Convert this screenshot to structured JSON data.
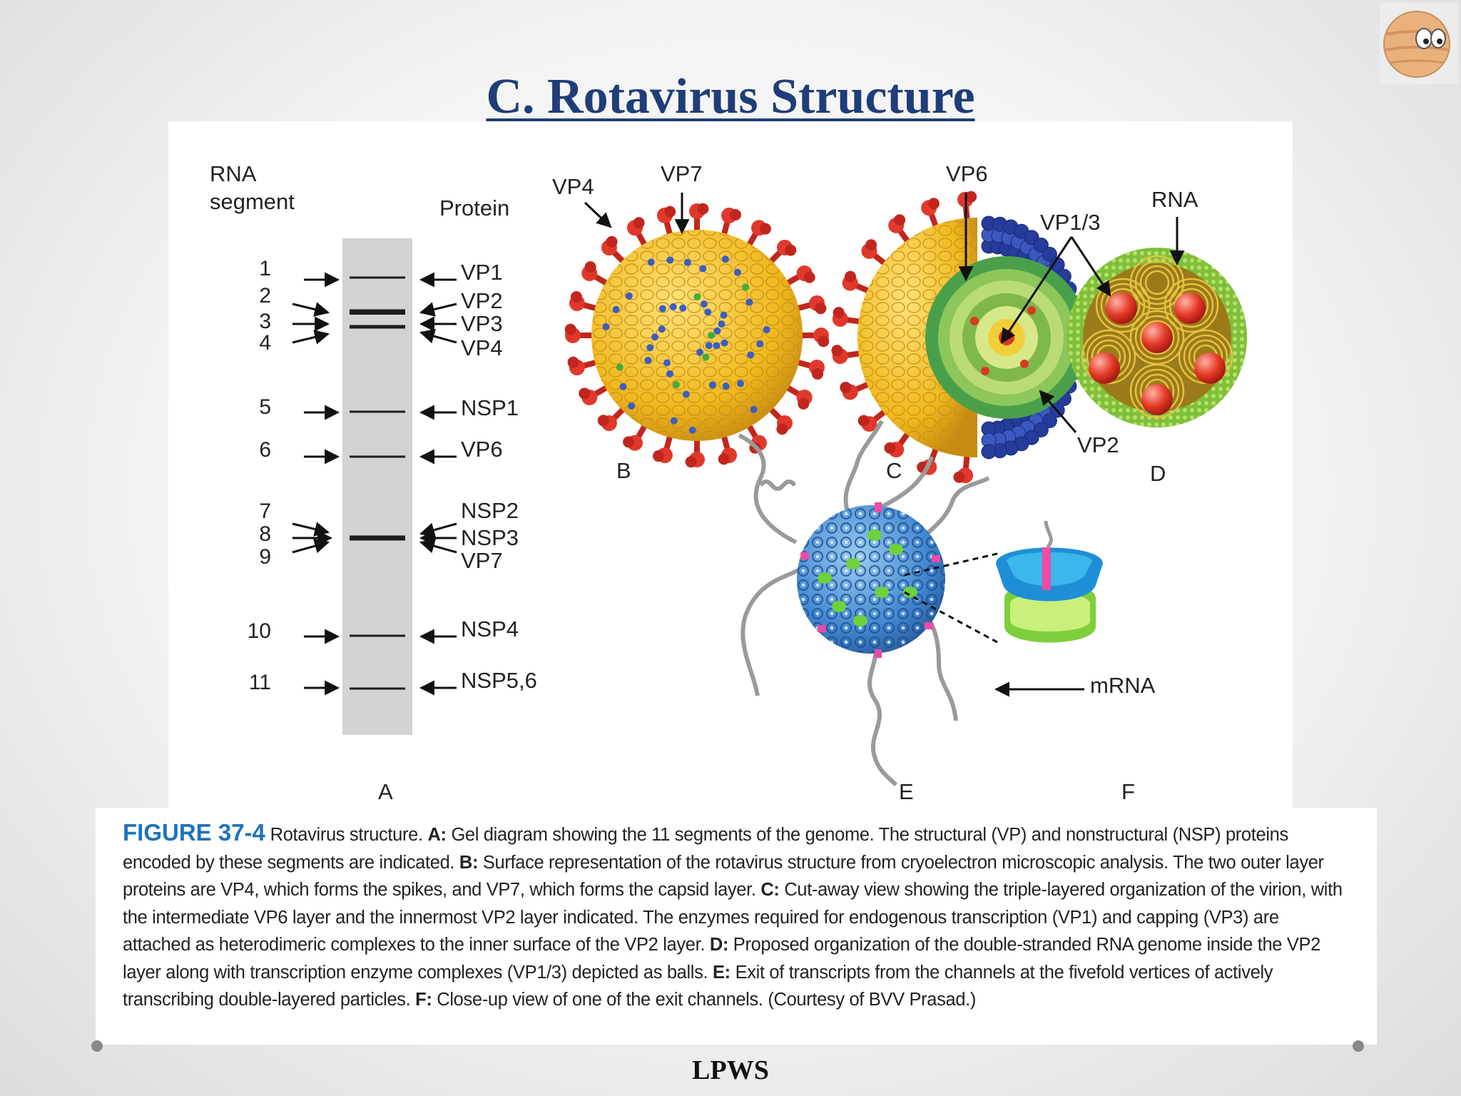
{
  "slide": {
    "title": "C. Rotavirus Structure",
    "footer": "LPWS"
  },
  "figure": {
    "gel": {
      "header_rna_line1": "RNA",
      "header_rna_line2": "segment",
      "header_protein": "Protein",
      "segments": [
        "1",
        "2",
        "3",
        "4",
        "5",
        "6",
        "7",
        "8",
        "9",
        "10",
        "11"
      ],
      "proteins": [
        "VP1",
        "VP2",
        "VP3",
        "VP4",
        "NSP1",
        "VP6",
        "NSP2",
        "NSP3",
        "VP7",
        "NSP4",
        "NSP5,6"
      ]
    },
    "labels": {
      "vp4": "VP4",
      "vp7": "VP7",
      "vp6": "VP6",
      "rna": "RNA",
      "vp13": "VP1/3",
      "vp2": "VP2",
      "mrna": "mRNA"
    },
    "panel_letters": [
      "A",
      "B",
      "C",
      "D",
      "E",
      "F"
    ],
    "colors": {
      "capsid_yellow": "#f3c02f",
      "spike_red": "#d8302a",
      "vp6_blue": "#2c45a8",
      "vp2_green": "#8cc43f",
      "title_blue": "#1f3d78",
      "figure_label_blue": "#1e73b8"
    }
  },
  "caption": {
    "figure_label": "FIGURE 37-4",
    "a_label": "A:",
    "b_label": "B:",
    "c_label": "C:",
    "d_label": "D:",
    "e_label": "E:",
    "f_label": "F:",
    "intro": "Rotavirus structure.",
    "a_text": "Gel diagram showing the 11 segments of the genome. The structural (VP) and nonstructural (NSP) proteins encoded by these segments are indicated.",
    "b_text": "Surface representation of the rotavirus structure from cryoelectron microscopic analysis. The two outer layer proteins are VP4, which forms the spikes, and VP7, which forms the capsid layer.",
    "c_text": "Cut-away view showing the triple-layered organization of the virion, with the intermediate VP6 layer and the innermost VP2 layer indicated. The enzymes required for endogenous transcription (VP1) and capping (VP3) are attached as heterodimeric complexes to the inner surface of the VP2 layer.",
    "d_text": "Proposed organization of the double-stranded RNA genome inside the VP2 layer along with transcription enzyme complexes (VP1/3) depicted as balls.",
    "e_text": "Exit of transcripts from the channels at the fivefold vertices of actively transcribing double-layered particles.",
    "f_text": "Close-up view of one of the exit channels. (Courtesy of BVV Prasad.)"
  }
}
